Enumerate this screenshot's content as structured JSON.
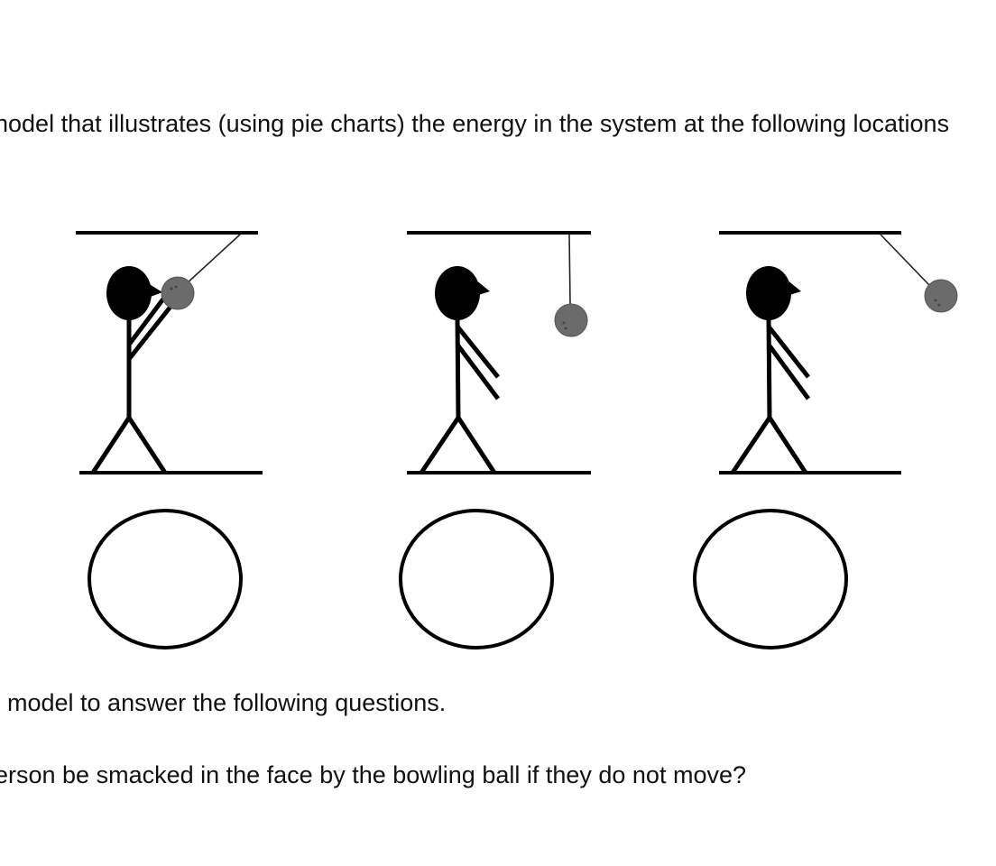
{
  "text": {
    "line_1": "nodel that illustrates (using pie charts) the energy in the system at the following locations",
    "line_2": "model to answer the following questions.",
    "line_3": "erson be smacked in the face by the bowling ball if they do not move?"
  },
  "panels": [
    {
      "ball_position": "at-face",
      "pie_chart": "empty"
    },
    {
      "ball_position": "bottom-of-swing",
      "pie_chart": "empty"
    },
    {
      "ball_position": "top-of-swing",
      "pie_chart": "empty"
    }
  ],
  "colors": {
    "stroke": "#000000",
    "ball": "#6b6b6b",
    "background": "#ffffff"
  }
}
